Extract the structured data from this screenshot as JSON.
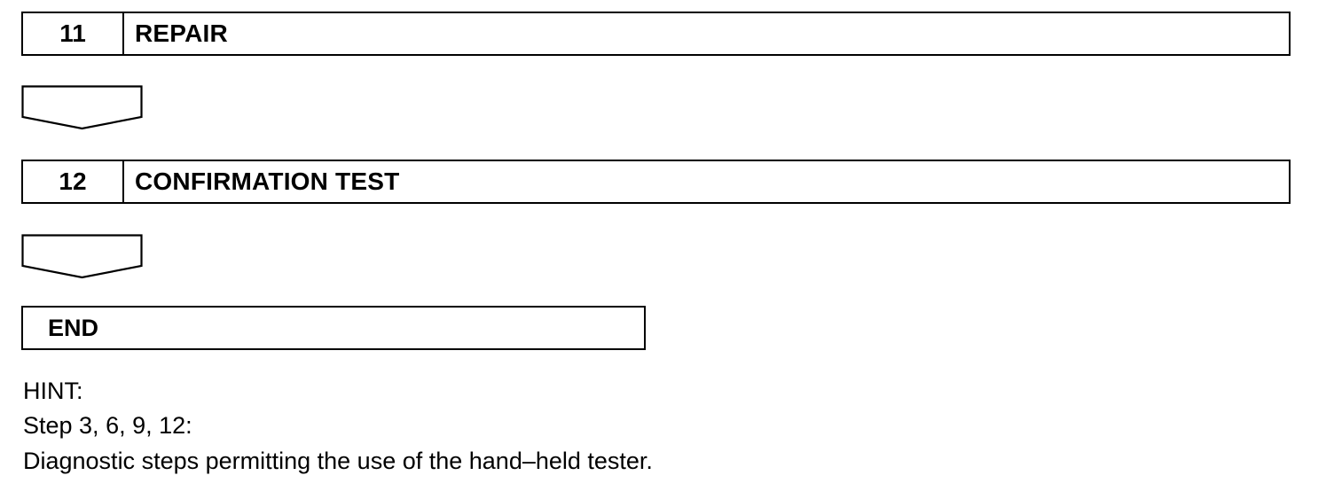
{
  "steps": [
    {
      "number": "11",
      "title": "REPAIR"
    },
    {
      "number": "12",
      "title": "CONFIRMATION TEST"
    }
  ],
  "end_label": "END",
  "hint": {
    "heading": "HINT:",
    "steps_line": "Step 3, 6, 9, 12:",
    "description": "Diagnostic steps permitting the use of the hand–held tester."
  },
  "colors": {
    "line": "#000000",
    "background": "#ffffff"
  },
  "icons": [
    "down-arrow-icon"
  ]
}
